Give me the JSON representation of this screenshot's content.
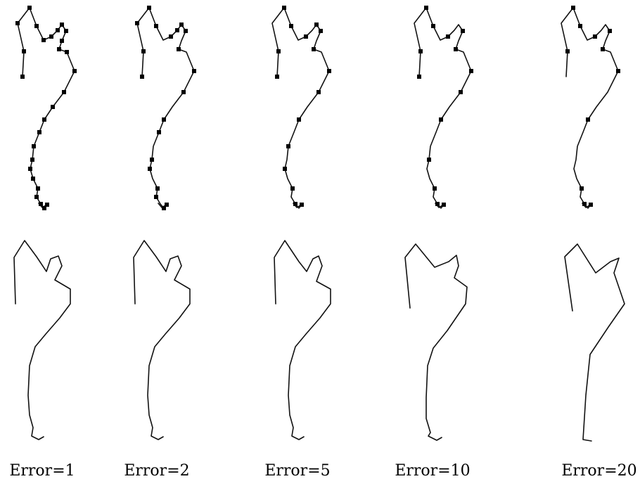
{
  "panels": [
    {
      "label": "Error=1"
    },
    {
      "label": "Error=2"
    },
    {
      "label": "Error=5"
    },
    {
      "label": "Error=10"
    },
    {
      "label": "Error=20"
    }
  ]
}
